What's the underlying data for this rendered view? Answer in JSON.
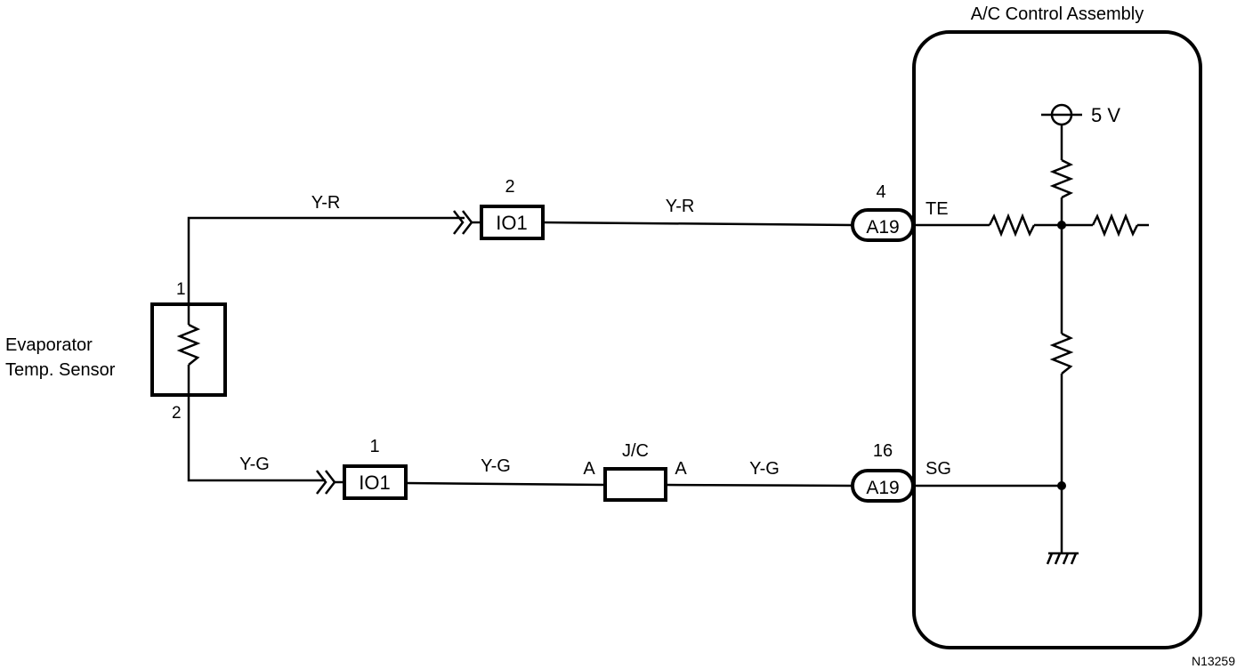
{
  "control_assembly": {
    "title": "A/C Control Assembly",
    "supply_voltage": "5 V",
    "terminals": [
      {
        "pin": "4",
        "connector": "A19",
        "signal": "TE"
      },
      {
        "pin": "16",
        "connector": "A19",
        "signal": "SG"
      }
    ]
  },
  "sensor": {
    "label_line1": "Evaporator",
    "label_line2": "Temp. Sensor",
    "pin_top": "1",
    "pin_bottom": "2"
  },
  "top_circuit": {
    "wire_color_1": "Y-R",
    "connector_pin": "2",
    "connector_label": "IO1",
    "wire_color_2": "Y-R"
  },
  "bottom_circuit": {
    "wire_color_1": "Y-G",
    "connector_pin": "1",
    "connector_label": "IO1",
    "wire_color_2": "Y-G",
    "junction_label": "J/C",
    "junction_left": "A",
    "junction_right": "A",
    "wire_color_3": "Y-G"
  },
  "figure_code": "N13259"
}
